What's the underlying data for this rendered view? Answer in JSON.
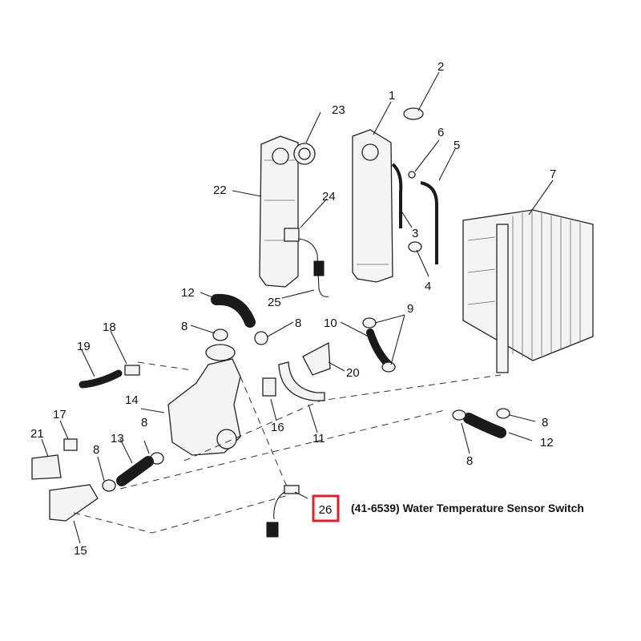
{
  "callouts": [
    {
      "id": "c1",
      "text": "1"
    },
    {
      "id": "c2",
      "text": "2"
    },
    {
      "id": "c3",
      "text": "3"
    },
    {
      "id": "c4",
      "text": "4"
    },
    {
      "id": "c5",
      "text": "5"
    },
    {
      "id": "c6",
      "text": "6"
    },
    {
      "id": "c7",
      "text": "7"
    },
    {
      "id": "c8a",
      "text": "8"
    },
    {
      "id": "c8b",
      "text": "8"
    },
    {
      "id": "c8c",
      "text": "8"
    },
    {
      "id": "c8d",
      "text": "8"
    },
    {
      "id": "c8e",
      "text": "8"
    },
    {
      "id": "c8f",
      "text": "8"
    },
    {
      "id": "c9",
      "text": "9"
    },
    {
      "id": "c10",
      "text": "10"
    },
    {
      "id": "c11",
      "text": "11"
    },
    {
      "id": "c12a",
      "text": "12"
    },
    {
      "id": "c12b",
      "text": "12"
    },
    {
      "id": "c13",
      "text": "13"
    },
    {
      "id": "c14",
      "text": "14"
    },
    {
      "id": "c15",
      "text": "15"
    },
    {
      "id": "c16",
      "text": "16"
    },
    {
      "id": "c17",
      "text": "17"
    },
    {
      "id": "c18",
      "text": "18"
    },
    {
      "id": "c19",
      "text": "19"
    },
    {
      "id": "c20",
      "text": "20"
    },
    {
      "id": "c21",
      "text": "21"
    },
    {
      "id": "c22",
      "text": "22"
    },
    {
      "id": "c23",
      "text": "23"
    },
    {
      "id": "c24",
      "text": "24"
    },
    {
      "id": "c25",
      "text": "25"
    }
  ],
  "highlight": {
    "number": "26",
    "description": "(41-6539) Water Temperature Sensor Switch",
    "color": "#d8232a"
  }
}
